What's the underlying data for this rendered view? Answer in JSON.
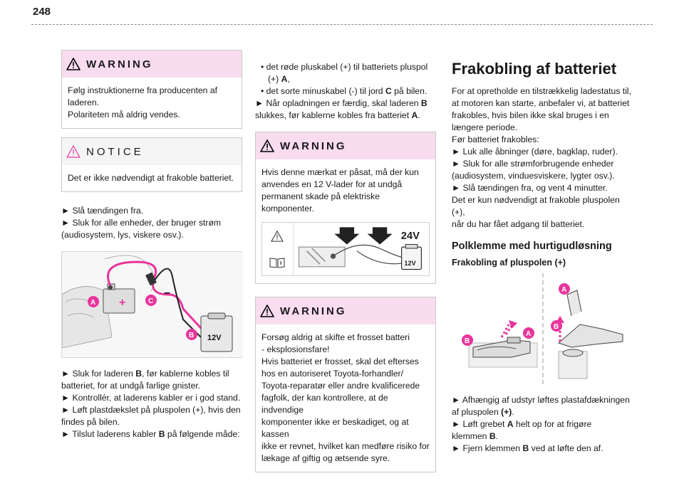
{
  "page_number": "248",
  "col1": {
    "warning1": {
      "title": "WARNING",
      "lines": [
        "Følg instruktionerne fra producenten af",
        "laderen.",
        "Polariteten må aldrig vendes."
      ]
    },
    "notice": {
      "title": "NOTICE",
      "text": "Det er ikke nødvendigt at frakoble batteriet."
    },
    "steps_top": [
      "► Slå tændingen fra.",
      "► Sluk for alle enheder, der bruger strøm",
      "(audiosystem, lys, viskere osv.)."
    ],
    "figure_labels": {
      "a": "A",
      "b": "B",
      "c": "C",
      "v": "12V",
      "plus": "+",
      "minus": "–"
    },
    "steps_bottom": [
      "► Sluk for laderen B, før kablerne kobles til",
      "batteriet, for at undgå farlige gnister.",
      "► Kontrollér, at laderens kabler er i god stand.",
      "► Løft plastdækslet på pluspolen (+), hvis den",
      "findes på bilen.",
      "► Tilslut laderens kabler B på følgende måde:"
    ]
  },
  "col2": {
    "bullets": [
      "• det røde pluskabel (+) til batteriets pluspol",
      "(+) A,",
      "• det sorte minuskabel (-) til jord C på bilen.",
      "► Når opladningen er færdig, skal laderen B",
      "slukkes, før kablerne kobles fra batteriet A."
    ],
    "warning2": {
      "title": "WARNING",
      "lines": [
        "Hvis denne mærkat er påsat, må der kun",
        "anvendes en 12 V-lader for at undgå",
        "permanent skade på elektriske komponenter."
      ],
      "label_24v": "24V",
      "label_12v": "12V"
    },
    "warning3": {
      "title": "WARNING",
      "lines": [
        "Forsøg aldrig at skifte et frosset batteri",
        "- eksplosionsfare!",
        "Hvis batteriet er frosset, skal det efterses",
        "hos en autoriseret Toyota-forhandler/",
        "Toyota-reparatør eller andre kvalificerede",
        "fagfolk, der kan kontrollere, at de indvendige",
        "komponenter ikke er beskadiget, og at kassen",
        "ikke er revnet, hvilket kan medføre risiko for",
        "lækage af giftig og ætsende syre."
      ]
    }
  },
  "col3": {
    "heading": "Frakobling af batteriet",
    "intro": [
      "For at opretholde en tilstrækkelig ladestatus til,",
      "at motoren kan starte, anbefaler vi, at batteriet",
      "frakobles, hvis bilen ikke skal bruges i en",
      "længere periode.",
      "Før batteriet frakobles:",
      "► Luk alle åbninger (døre, bagklap, ruder).",
      "► Sluk for alle strømforbrugende enheder",
      "(audiosystem, vinduesviskere, lygter osv.).",
      "► Slå tændingen fra, og vent 4 minutter.",
      "Det er kun nødvendigt at frakoble pluspolen (+),",
      "når du har fået adgang til batteriet."
    ],
    "subheading": "Polklemme med hurtigudløsning",
    "subsubheading": "Frakobling af pluspolen (+)",
    "figure_labels": {
      "a": "A",
      "b": "B"
    },
    "steps": [
      "► Afhængig af udstyr løftes plastafdækningen",
      "af pluspolen (+).",
      "► Løft grebet A helt op for at frigøre",
      "klemmen B.",
      "► Fjern klemmen B ved at løfte den af."
    ]
  },
  "colors": {
    "warning_bg": "#f9dcee",
    "accent": "#e8359b",
    "notice_bg": "#f5f5f5"
  }
}
